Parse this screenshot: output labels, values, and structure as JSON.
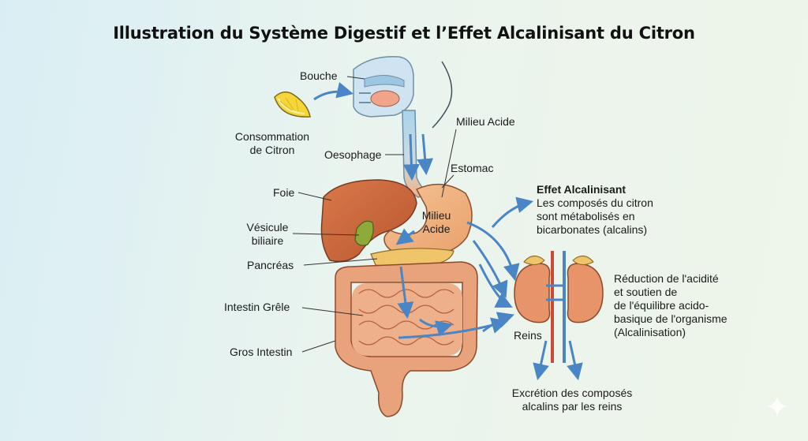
{
  "title": "Illustration du Système Digestif et l’Effet Alcalinisant du Citron",
  "labels": {
    "bouche": "Bouche",
    "consommation_line1": "Consommation",
    "consommation_line2": "de Citron",
    "oesophage": "Oesophage",
    "milieu_acide_top": "Milieu Acide",
    "estomac": "Estomac",
    "milieu_acide_stomach_line1": "Milieu",
    "milieu_acide_stomach_line2": "Acide",
    "foie": "Foie",
    "vesicule_line1": "Vésicule",
    "vesicule_line2": "biliaire",
    "pancreas": "Pancréas",
    "intestin_grele": "Intestin Grêle",
    "gros_intestin": "Gros Intestin",
    "reins": "Reins"
  },
  "effet": {
    "heading": "Effet Alcalinisant",
    "line1": "Les composés du citron",
    "line2": "sont métabolisés en",
    "line3": "bicarbonates (alcalins)"
  },
  "reduction": {
    "line1": "Réduction de l'acidité",
    "line2": "et soutien de",
    "line3": "de l'équilibre acido-",
    "line4": "basique de l'organisme",
    "line5": "(Alcalinisation)"
  },
  "excretion": {
    "line1": "Excrétion des composés",
    "line2": "alcalins par les reins"
  },
  "colors": {
    "arrow": "#4a86c5",
    "liver": "#c9683f",
    "stomach": "#f0b680",
    "intestine": "#e7a07a",
    "colon": "#e8a27c",
    "gallbladder": "#8faa3a",
    "pancreas": "#f0c46a",
    "kidney": "#e8946a",
    "lemon": "#f6d53a"
  }
}
